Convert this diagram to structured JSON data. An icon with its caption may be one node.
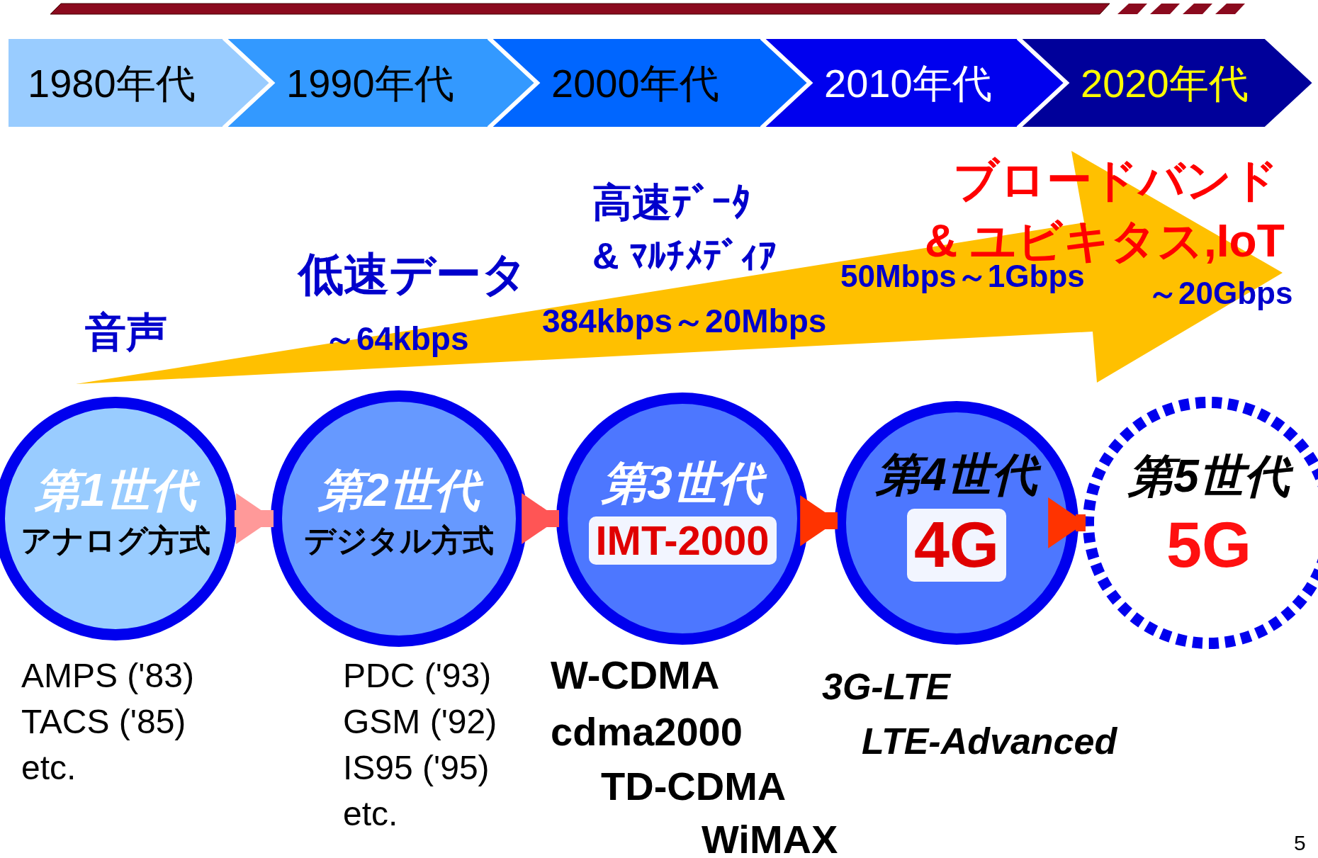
{
  "diagram": {
    "nodes": [
      {
        "text": [
          "1980年代"
        ]
      },
      {
        "text": [
          "1990年代"
        ]
      },
      {
        "text": [
          "2000年代"
        ]
      },
      {
        "text": [
          "2010年代"
        ]
      },
      {
        "text": [
          "2020年代"
        ]
      },
      {
        "text": [
          "第1世代",
          "アナログ方式"
        ],
        "beside": [
          "AMPS ('83)",
          "TACS ('85)",
          "etc."
        ]
      },
      {
        "text": [
          "第2世代",
          "デジタル方式"
        ],
        "beside": [
          "PDC ('93)",
          "GSM ('92)",
          "IS95 ('95)",
          "etc."
        ]
      },
      {
        "text": [
          "第3世代",
          "IMT-2000"
        ],
        "beside": [
          "W-CDMA",
          "cdma2000",
          "TD-CDMA",
          "WiMAX"
        ]
      },
      {
        "text": [
          "第4世代",
          "4G"
        ],
        "beside": [
          "3G-LTE",
          "LTE-Advanced"
        ]
      },
      {
        "text": [
          "第5世代",
          "5G"
        ]
      }
    ],
    "edges": [
      {
        "from": 5,
        "to": 6,
        "arrow": "to",
        "color": "#ff9999"
      },
      {
        "from": 6,
        "to": 7,
        "arrow": "to",
        "color": "#ff5555"
      },
      {
        "from": 7,
        "to": 8,
        "arrow": "to"
      },
      {
        "from": 8,
        "to": 9,
        "arrow": "to"
      }
    ],
    "labels": [
      "音声",
      "低速データ",
      "～64kbps",
      "高速ﾃﾞｰﾀ",
      "& ﾏﾙﾁﾒﾃﾞｨｱ",
      "384kbps～20Mbps",
      "ブロードバンド",
      "& ユビキタス,IoT",
      "50Mbps～1Gbps",
      "～20Gbps",
      "5"
    ]
  }
}
